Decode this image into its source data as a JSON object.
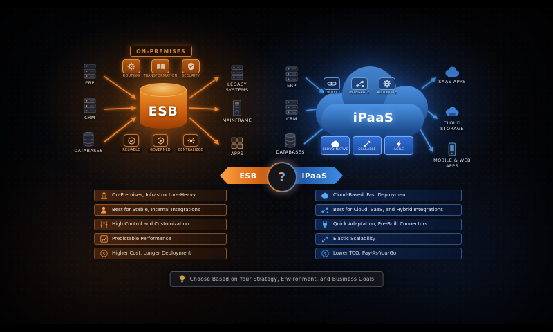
{
  "diagram": {
    "esb": {
      "region_label": "ON-PREMISES",
      "title": "ESB",
      "accent_color": "#f08a28",
      "features": [
        "ROUTING",
        "TRANSFORMATION",
        "SECURITY"
      ],
      "sources": [
        "ERP",
        "CRM",
        "DATABASES"
      ],
      "targets": [
        "LEGACY SYSTEMS",
        "MAINFRAME",
        "APPS"
      ],
      "badges": [
        "RELIABLE",
        "GOVERNED",
        "CENTRALIZED"
      ]
    },
    "ipaas": {
      "title": "iPaaS",
      "accent_color": "#3b8ae0",
      "features": [
        "CONNECT",
        "INTEGRATE",
        "AUTOMATE"
      ],
      "sources": [
        "ERP",
        "CRM",
        "DATABASES"
      ],
      "targets": [
        "SAAS APPS",
        "CLOUD STORAGE",
        "MOBILE & WEB APPS"
      ],
      "badges": [
        "CLOUD-NATIVE",
        "SCALABLE",
        "AGILE"
      ]
    },
    "versus": {
      "left_label": "ESB",
      "mark": "?",
      "right_label": "iPaaS"
    },
    "comparison": {
      "esb_points": [
        "On-Premises, Infrastructure-Heavy",
        "Best for Stable, Internal Integrations",
        "High Control and Customization",
        "Predictable Performance",
        "Higher Cost, Longer Deployment"
      ],
      "ipaas_points": [
        "Cloud-Based, Fast Deployment",
        "Best for Cloud, SaaS, and Hybrid Integrations",
        "Quick Adaptation, Pre-Built Connectors",
        "Elastic Scalability",
        "Lower TCO, Pay-As-You-Go"
      ]
    },
    "footer_note": "Choose Based on Your Strategy, Environment, and Business Goals"
  }
}
